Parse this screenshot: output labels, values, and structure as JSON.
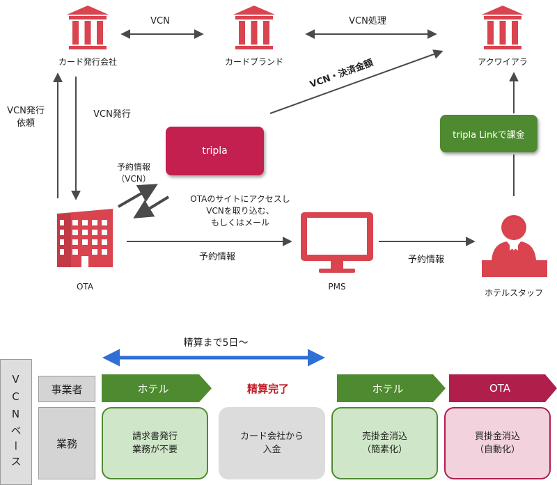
{
  "nodes": {
    "card_issuer": "カード発行会社",
    "card_brand": "カードブランド",
    "acquirer": "アクワイアラ",
    "tripla": "tripla",
    "tripla_link": "tripla Linkで課金",
    "ota": "OTA",
    "pms": "PMS",
    "hotel_staff": "ホテルスタッフ"
  },
  "edges": {
    "issuer_brand": "VCN",
    "brand_acquirer": "VCN処理",
    "tripla_acquirer": "VCN・決済金額",
    "vcn_request_l1": "VCN発行",
    "vcn_request_l2": "依頼",
    "vcn_issue": "VCN発行",
    "reservation_vcn_l1": "予約情報",
    "reservation_vcn_l2": "（VCN）",
    "ota_access_l1": "OTAのサイトにアクセスし",
    "ota_access_l2": "VCNを取り込む、",
    "ota_access_l3": "もしくはメール",
    "ota_pms": "予約情報",
    "pms_staff": "予約情報"
  },
  "bottom": {
    "period": "精算まで5日～",
    "vertical_label": "VCNベース",
    "row1": "事業者",
    "row2": "業務",
    "settlement_done": "精算完了",
    "chevrons": [
      "ホテル",
      "ホテル",
      "OTA"
    ],
    "cards": [
      "請求書発行\n業務が不要",
      "カード会社から\n入金",
      "売掛金消込\n（簡素化）",
      "買掛金消込\n（自動化）"
    ]
  },
  "colors": {
    "red": "#d9444f",
    "tripla": "#c4204f",
    "green": "#4e8a2f",
    "ota_pink": "#b01e4c",
    "blue_arrow": "#2f6fd6",
    "arrow_gray": "#4a4a4a"
  }
}
